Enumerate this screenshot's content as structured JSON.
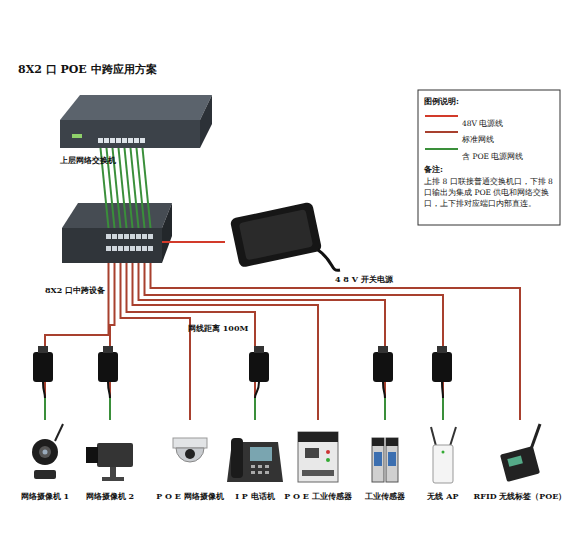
{
  "diagram": {
    "title": "8X2 口 POE 中跨应用方案",
    "nodes": [
      {
        "text": [
          "上层网络交换机"
        ]
      },
      {
        "text": [
          "8X2 口中跨设备"
        ]
      },
      {
        "text": [
          "4 8 V 开关电源"
        ]
      },
      {
        "text": [
          "网络摄像机 1"
        ]
      },
      {
        "text": [
          "网络摄像机 2"
        ]
      },
      {
        "text": [
          "P O E 网络摄像机"
        ]
      },
      {
        "text": [
          "I P 电话机"
        ]
      },
      {
        "text": [
          "P O E 工业传感器"
        ]
      },
      {
        "text": [
          "工业传感器"
        ]
      },
      {
        "text": [
          "无线 AP"
        ]
      },
      {
        "text": [
          "RFID 无线标签（POE）"
        ]
      }
    ],
    "edges": [
      {
        "from": 0,
        "to": 1,
        "arrow": "none"
      },
      {
        "from": 0,
        "to": 1,
        "arrow": "none"
      },
      {
        "from": 0,
        "to": 1,
        "arrow": "none"
      },
      {
        "from": 0,
        "to": 1,
        "arrow": "none"
      },
      {
        "from": 0,
        "to": 1,
        "arrow": "none"
      },
      {
        "from": 0,
        "to": 1,
        "arrow": "none"
      },
      {
        "from": 0,
        "to": 1,
        "arrow": "none"
      },
      {
        "from": 0,
        "to": 1,
        "arrow": "none"
      },
      {
        "from": 1,
        "to": 2,
        "arrow": "none"
      },
      {
        "from": 1,
        "to": 3,
        "arrow": "none"
      },
      {
        "from": 1,
        "to": 4,
        "arrow": "none"
      },
      {
        "from": 1,
        "to": 5,
        "arrow": "none"
      },
      {
        "from": 1,
        "to": 6,
        "arrow": "none"
      },
      {
        "from": 1,
        "to": 7,
        "arrow": "none"
      },
      {
        "from": 1,
        "to": 8,
        "arrow": "none"
      },
      {
        "from": 1,
        "to": 9,
        "arrow": "none"
      },
      {
        "from": 1,
        "to": 10,
        "arrow": "none"
      }
    ],
    "labels": [
      "网线距离 100M",
      "图例说明:",
      "备注:",
      "上排 8 口联接普通交换机口，下排 8 口输出为集成 POE 供电和网络交换口，上下排对应端口内部直连。"
    ],
    "legend": [
      {
        "text": "48V 电源线"
      },
      {
        "text": "标准网线"
      },
      {
        "text": "含 POE 电源网线"
      }
    ]
  }
}
